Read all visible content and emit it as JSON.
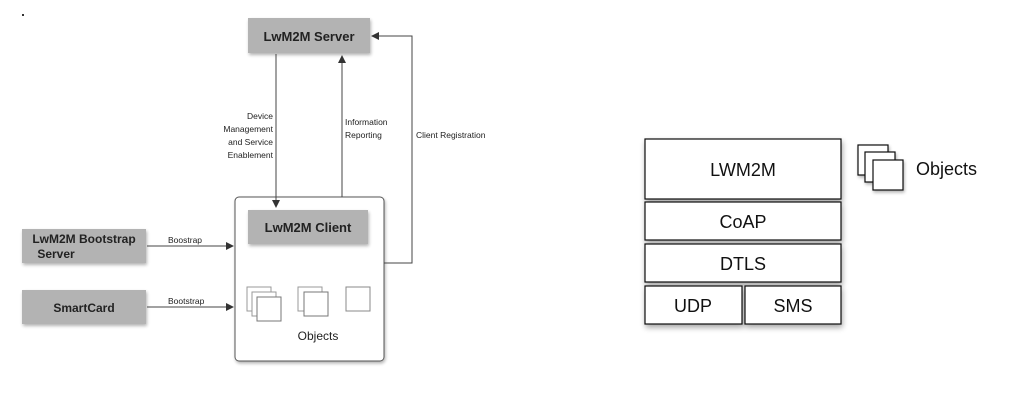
{
  "left_diagram": {
    "server_label": "LwM2M Server",
    "client_label": "LwM2M Client",
    "bootstrap_server_label": [
      "LwM2M Bootstrap",
      "Server"
    ],
    "smartcard_label": "SmartCard",
    "objects_label": "Objects",
    "bootstrap_arrow_label_1": "Boostrap",
    "bootstrap_arrow_label_2": "Bootstrap",
    "device_management_label": [
      "Device",
      "Management",
      "and Service",
      "Enablement"
    ],
    "information_reporting_label": [
      "Information",
      "Reporting"
    ],
    "client_registration_label": "Client Registration"
  },
  "right_diagram": {
    "layers": {
      "lwm2m": "LWM2M",
      "coap": "CoAP",
      "dtls": "DTLS",
      "udp": "UDP",
      "sms": "SMS"
    },
    "objects_label": "Objects"
  },
  "colors": {
    "gray_box": "#b3b3b3",
    "line": "#444444",
    "text": "#111111",
    "shadow": "#c8c8c8"
  }
}
